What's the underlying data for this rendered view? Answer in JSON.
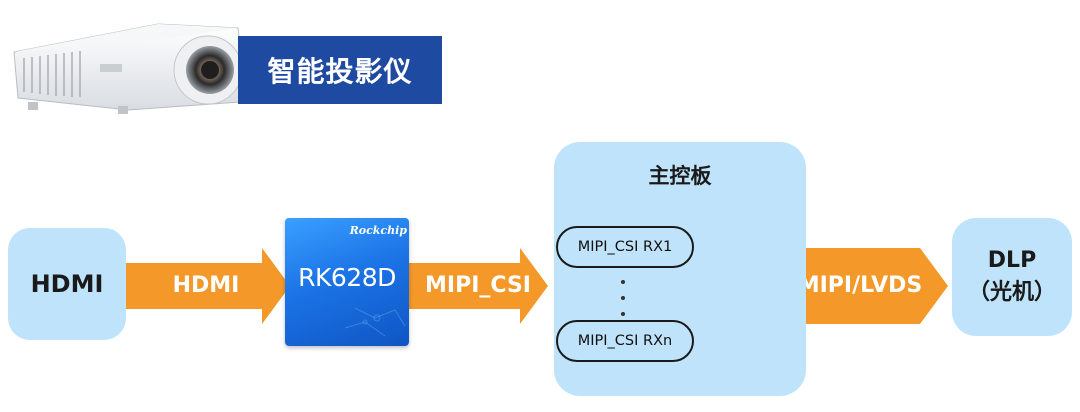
{
  "banner": {
    "title": "智能投影仪"
  },
  "nodes": {
    "source": "HDMI",
    "chip": {
      "brand": "Rockchip",
      "model": "RK628D"
    },
    "board": {
      "title": "主控板",
      "ports": [
        "MIPI_CSI RX1",
        "MIPI_CSI RXn"
      ]
    },
    "sink": {
      "line1": "DLP",
      "line2": "（光机）"
    }
  },
  "arrows": {
    "a1": "HDMI",
    "a2": "MIPI_CSI",
    "a3": "MIPI/LVDS"
  },
  "colors": {
    "arrow": "#f4982a",
    "banner": "#1f4aa2",
    "box": "#bfe3fb",
    "chip": "#1c74e6"
  },
  "icons": {
    "projector": "projector-icon",
    "ellipsis": "vertical-ellipsis-icon"
  }
}
